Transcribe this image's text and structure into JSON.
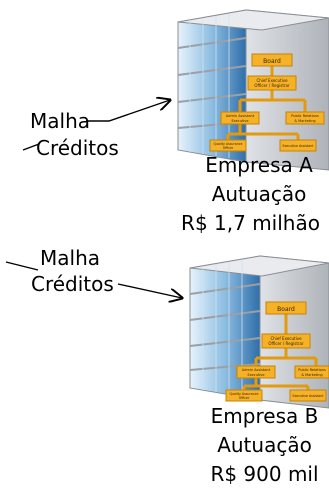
{
  "company_a": {
    "arrow_label_line1": "Malha",
    "arrow_label_line2": "Créditos",
    "name": "Empresa A",
    "activity": "Autuação",
    "amount": "R$ 1,7 milhão",
    "org_chart": {
      "board": "Board",
      "ceo_line1": "Chief Executive",
      "ceo_line2": "Officer / Registrar",
      "admin_line1": "Admin Assistant",
      "admin_line2": "Executive",
      "pr_line1": "Public Relations",
      "pr_line2": "& Marketing",
      "quality_line1": "Quality Assurance",
      "quality_line2": "Officer",
      "exec_assistant": "Executive Assistant"
    }
  },
  "company_b": {
    "arrow_label_line1": "Malha",
    "arrow_label_line2": "Créditos",
    "name": "Empresa B",
    "activity": "Autuação",
    "amount": "R$ 900 mil",
    "org_chart": {
      "board": "Board",
      "ceo_line1": "Chief Executive",
      "ceo_line2": "Officer / Registrar",
      "admin_line1": "Admin Assistant",
      "admin_line2": "Executive",
      "pr_line1": "Public Relations",
      "pr_line2": "& Marketing",
      "quality_line1": "Quality Assurance",
      "quality_line2": "Officer",
      "exec_assistant": "Executive Assistant"
    }
  },
  "colors": {
    "glass_light": "#d9ecf8",
    "glass_dark": "#3f7fb8",
    "concrete": "#c9ccd0",
    "box_fill": "#f5b128",
    "box_stroke": "#c98300"
  }
}
